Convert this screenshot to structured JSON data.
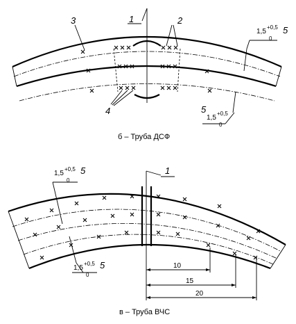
{
  "figure_b": {
    "caption": "б – Труба ДСФ",
    "labels": {
      "l1": "1",
      "l2": "2",
      "l3": "3",
      "l4": "4",
      "l5a": "5",
      "l5b": "5"
    },
    "dims": {
      "base": "1,5",
      "sup": "+0,5",
      "sub": "0"
    }
  },
  "figure_v": {
    "caption": "в – Труба ВЧС",
    "labels": {
      "l1": "1",
      "l5a": "5",
      "l5b": "5"
    },
    "dims": {
      "base": "1,5",
      "sup": "+0,5",
      "sub": "0",
      "d10": "10",
      "d15": "15",
      "d20": "20"
    }
  }
}
